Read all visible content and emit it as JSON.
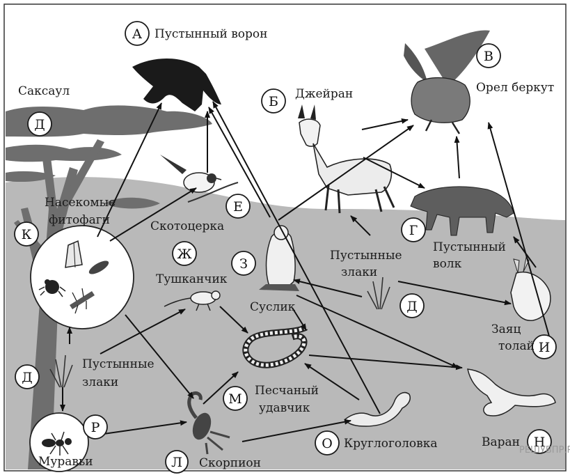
{
  "organisms": {
    "a": {
      "letter": "А",
      "name": "Пустынный ворон"
    },
    "b": {
      "letter": "Б",
      "name": "Джейран"
    },
    "v": {
      "letter": "В",
      "name": "Орел беркут"
    },
    "g": {
      "letter": "Г",
      "name_line1": "Пустынный",
      "name_line2": "волк"
    },
    "d_saxaul": {
      "letter": "Д",
      "name": "Саксаул"
    },
    "e": {
      "letter": "Е",
      "name": "Скотоцерка"
    },
    "zh": {
      "letter": "Ж",
      "name": "Тушканчик"
    },
    "z": {
      "letter": "З",
      "name": "Суслик"
    },
    "i": {
      "letter": "И",
      "name_line1": "Заяц",
      "name_line2": "толай"
    },
    "k": {
      "letter": "К",
      "name_line1": "Насекомые",
      "name_line2": "фитофаги"
    },
    "d_grass_right": {
      "letter": "Д",
      "name_line1": "Пустынные",
      "name_line2": "злаки"
    },
    "d_grass_left": {
      "letter": "Д",
      "name_line1": "Пустынные",
      "name_line2": "злаки"
    },
    "l": {
      "letter": "Л",
      "name": "Скорпион"
    },
    "m": {
      "letter": "М",
      "name_line1": "Песчаный",
      "name_line2": "удавчик"
    },
    "n": {
      "letter": "Н",
      "name": "Варан"
    },
    "o": {
      "letter": "О",
      "name": "Круглоголовка"
    },
    "r": {
      "letter": "Р",
      "name": "Муравьи"
    }
  },
  "watermark": "РЕШУВПР.РФ",
  "colors": {
    "ground": "#b9b9b9",
    "sky": "#ffffff",
    "tree": "#6e6e6e",
    "ink": "#111111"
  }
}
